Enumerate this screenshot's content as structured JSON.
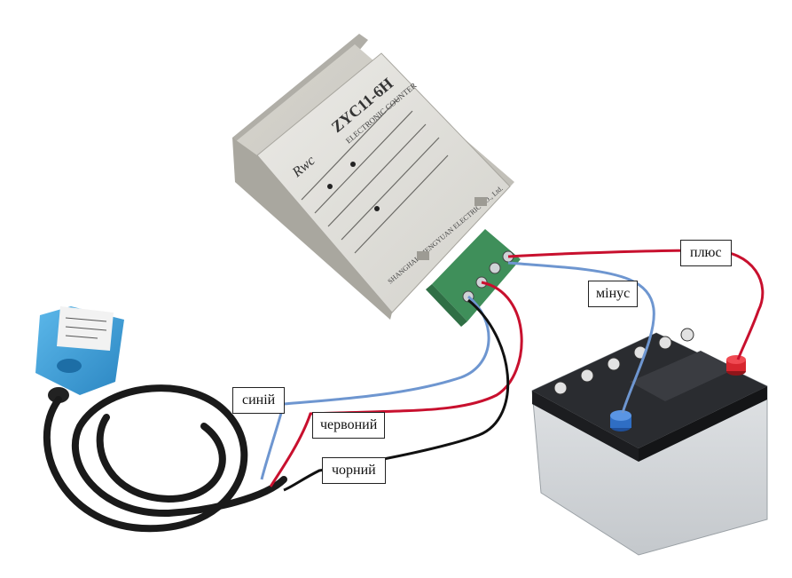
{
  "labels": {
    "plus": "плюс",
    "minus": "мінус",
    "blue": "синій",
    "red": "червоний",
    "black": "чорний"
  },
  "counter": {
    "brand": "Rwc",
    "model": "ZYC11-6H",
    "subtitle": "ELECTRONIC COUNTER",
    "manufacturer": "SHANGHAI ZHENGYUAN ELECTRIC CO., Ltd."
  },
  "colors": {
    "blue_wire": "#6e96d0",
    "red_wire": "#c8102e",
    "black_wire": "#111111",
    "sensor_body": "#3ea0d8",
    "terminal_block": "#3f8f5a",
    "battery_plus": "#d7262e",
    "battery_minus": "#2f6ec4"
  }
}
